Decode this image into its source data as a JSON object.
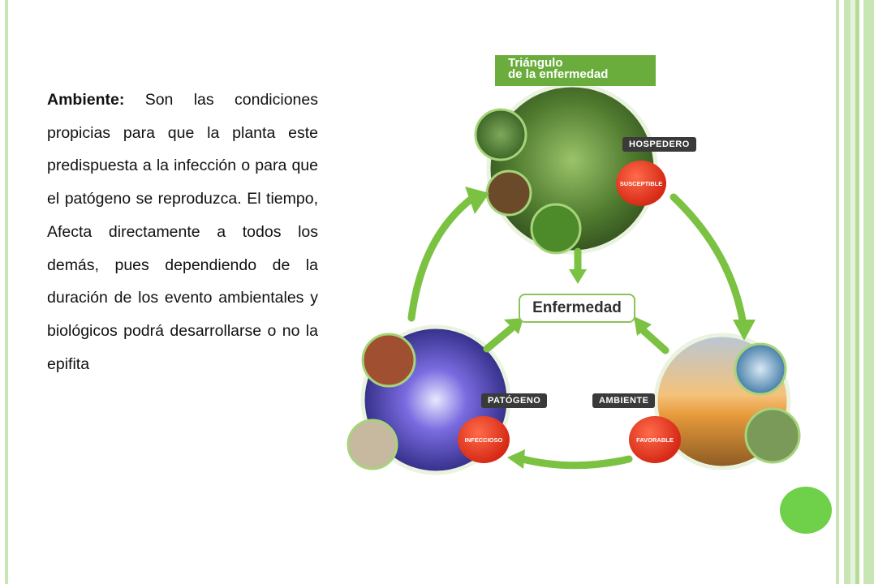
{
  "text": {
    "label": "Ambiente:",
    "body": " Son las condiciones propicias para que la planta este predispuesta a la infección o para que el patógeno se reproduzca. El tiempo, Afecta directamente a todos los demás, pues dependiendo de la duración de los evento ambientales y biológicos podrá desarrollarse o no la epifita"
  },
  "diagram": {
    "title_line1": "Triángulo",
    "title_line2": "de la enfermedad",
    "center": "Enfermedad",
    "host_label": "HOSPEDERO",
    "host_badge": "SUSCEPTIBLE",
    "pathogen_label": "PATÓGENO",
    "pathogen_badge": "INFECCIOSO",
    "environment_label": "AMBIENTE",
    "environment_badge": "FAVORABLE"
  },
  "colors": {
    "accent_green": "#6aad3c",
    "arrow_green": "#7cc242",
    "badge_red": "#d62a16",
    "stripe_green": "#c8e6b4",
    "corner_circle": "#6fd04a"
  }
}
